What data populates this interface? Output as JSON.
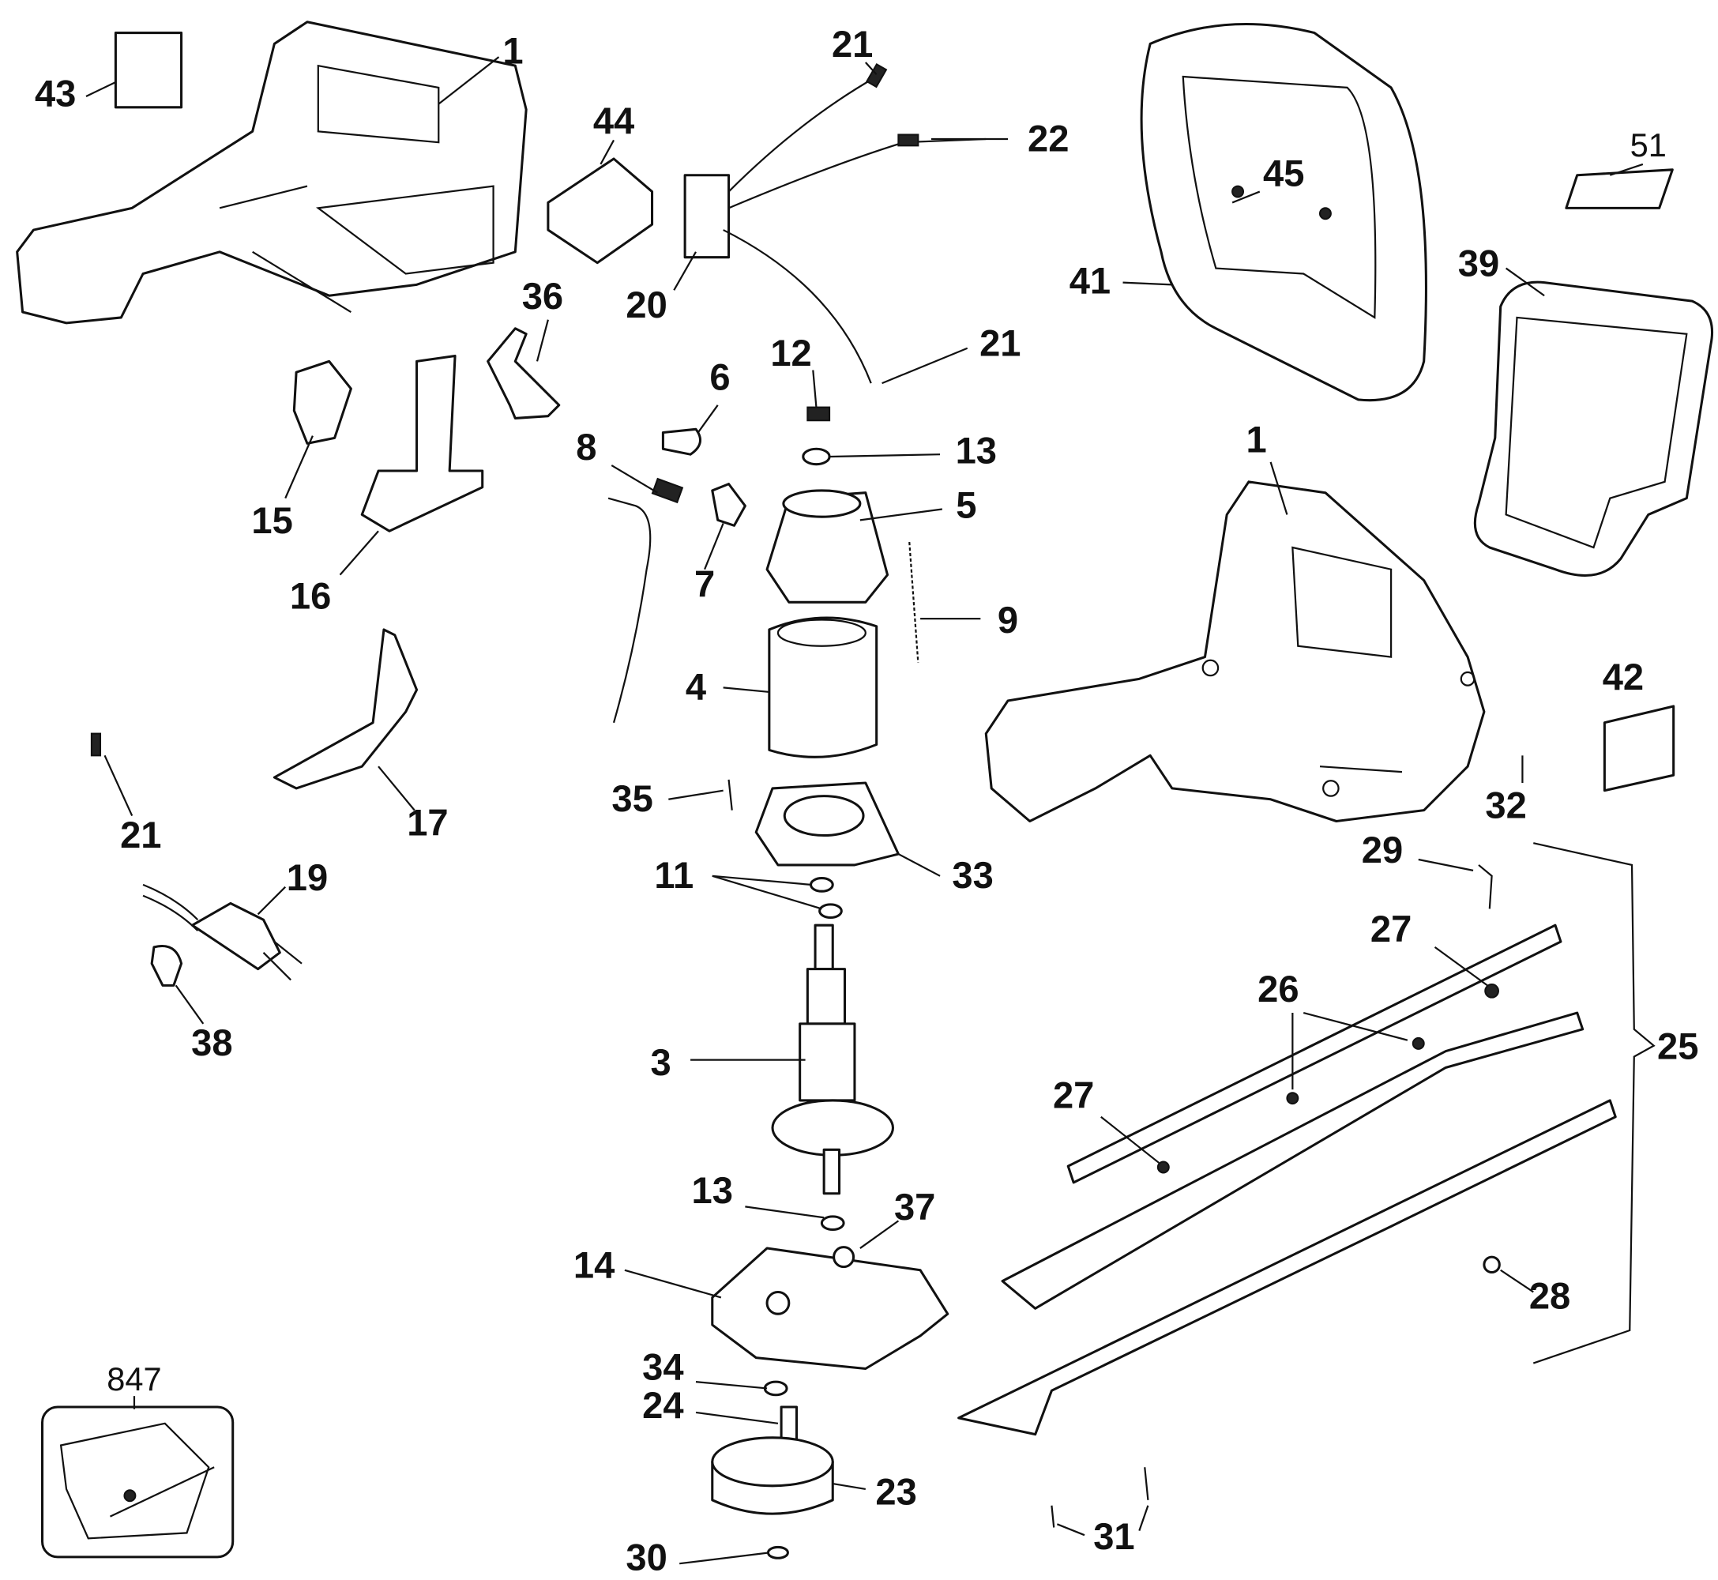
{
  "diagram": {
    "type": "exploded parts diagram",
    "callouts": [
      "43",
      "1",
      "44",
      "21",
      "22",
      "51",
      "45",
      "39",
      "41",
      "20",
      "36",
      "21",
      "12",
      "6",
      "13",
      "8",
      "1",
      "5",
      "15",
      "7",
      "16",
      "9",
      "4",
      "42",
      "35",
      "32",
      "21",
      "17",
      "33",
      "19",
      "11",
      "29",
      "27",
      "26",
      "38",
      "3",
      "25",
      "27",
      "13",
      "37",
      "14",
      "28",
      "847",
      "34",
      "24",
      "23",
      "31",
      "30"
    ]
  }
}
